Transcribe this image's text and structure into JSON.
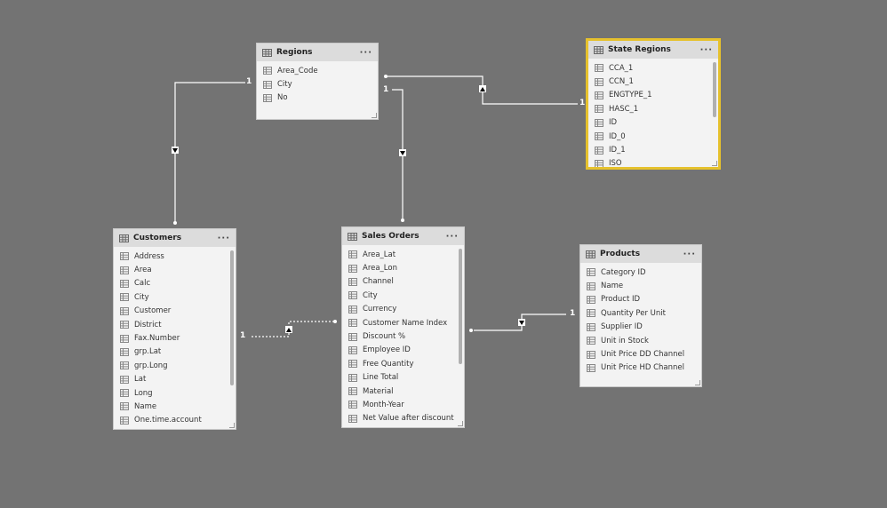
{
  "tables": {
    "regions": {
      "title": "Regions",
      "more": "···",
      "fields": [
        "Area_Code",
        "City",
        "No"
      ]
    },
    "state_regions": {
      "title": "State Regions",
      "more": "···",
      "fields": [
        "CCA_1",
        "CCN_1",
        "ENGTYPE_1",
        "HASC_1",
        "ID",
        "ID_0",
        "ID_1",
        "ISO"
      ]
    },
    "customers": {
      "title": "Customers",
      "more": "···",
      "fields": [
        "Address",
        "Area",
        "Calc",
        "City",
        "Customer",
        "District",
        "Fax.Number",
        "grp.Lat",
        "grp.Long",
        "Lat",
        "Long",
        "Name",
        "One.time.account"
      ]
    },
    "sales_orders": {
      "title": "Sales Orders",
      "more": "···",
      "fields": [
        "Area_Lat",
        "Area_Lon",
        "Channel",
        "City",
        "Currency",
        "Customer Name Index",
        "Discount %",
        "Employee ID",
        "Free Quantity",
        "Line Total",
        "Material",
        "Month-Year",
        "Net Value after discount"
      ]
    },
    "products": {
      "title": "Products",
      "more": "···",
      "fields": [
        "Category ID",
        "Name",
        "Product ID",
        "Quantity Per Unit",
        "Supplier ID",
        "Unit in Stock",
        "Unit Price DD Channel",
        "Unit Price HD Channel"
      ]
    }
  },
  "relationships": {
    "regions_customers_one": "1",
    "regions_sales_one": "1",
    "state_regions_one": "1",
    "customers_sales_one": "1",
    "products_sales_one": "1"
  },
  "colors": {
    "canvas": "#737373",
    "card_bg": "#f3f3f3",
    "header_bg": "#dcdcdc",
    "selected_border": "#e6c12d",
    "line": "#ffffff"
  },
  "icons": {
    "table": "table-icon",
    "field": "field-icon",
    "more": "more-options-icon"
  }
}
